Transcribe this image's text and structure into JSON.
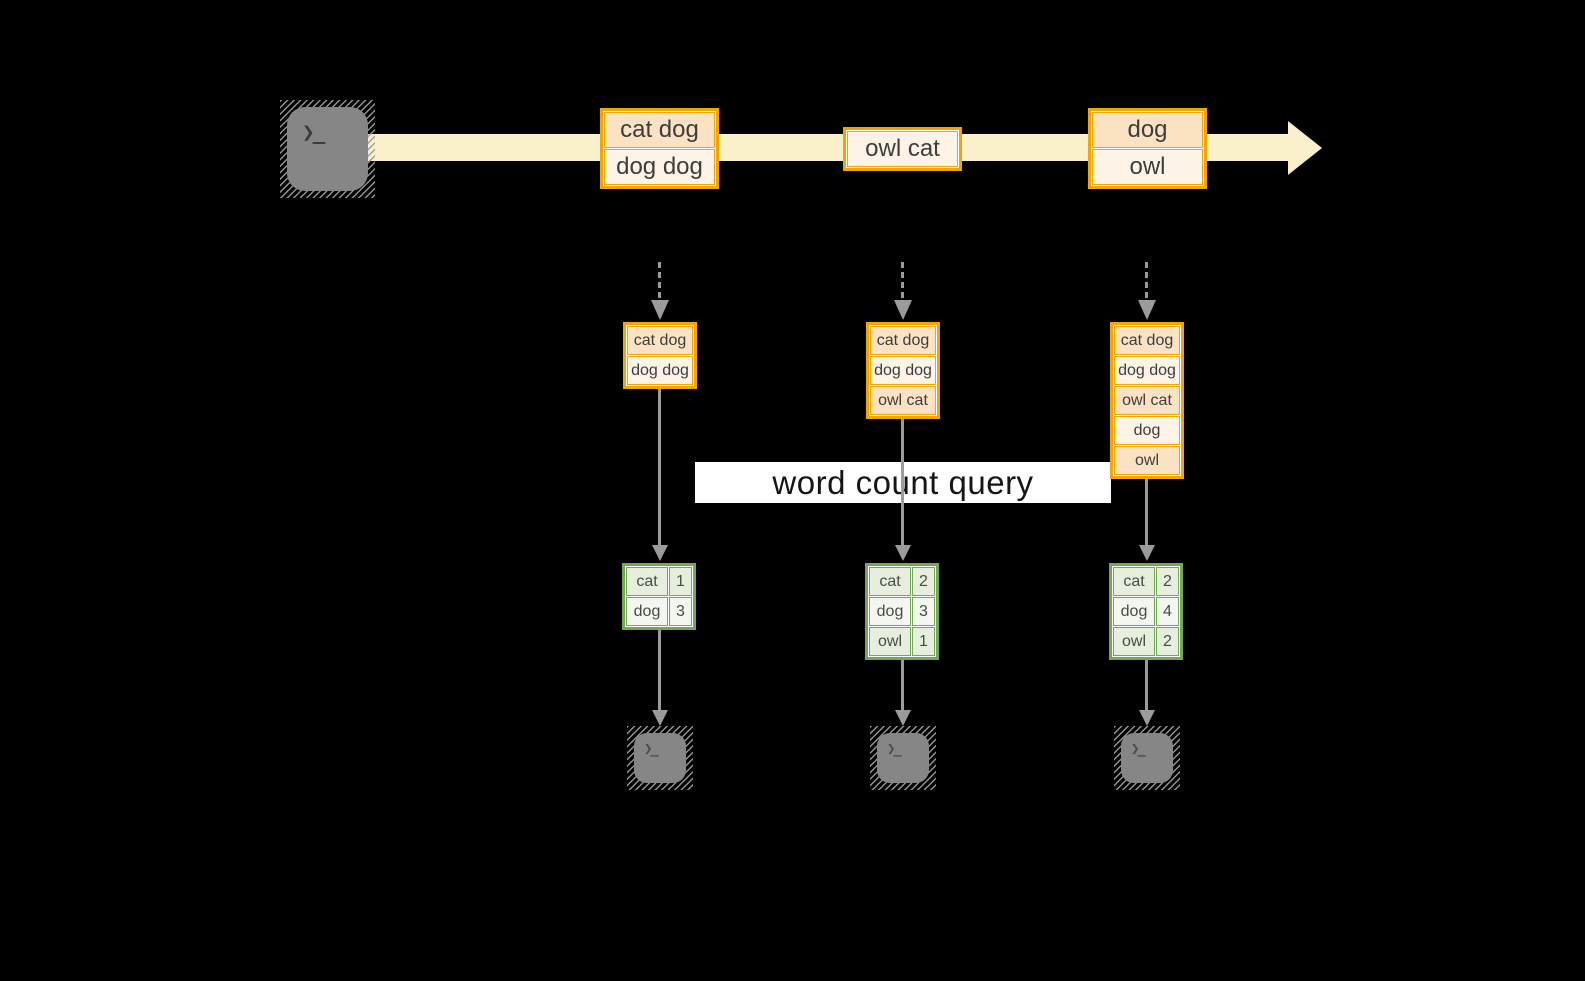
{
  "query_label": "word count query",
  "icons": {
    "source_terminal": "terminal-icon",
    "sink_terminals": [
      "terminal-icon",
      "terminal-icon",
      "terminal-icon"
    ],
    "prompt_glyph": "❯_"
  },
  "colors": {
    "background": "#000000",
    "stream_band": "#fbf0cc",
    "record_border": "#f2a602",
    "record_fill_dark": "#fae2c3",
    "record_fill_light": "#fdf3e7",
    "count_border": "#74a854",
    "count_fill_dark": "#e6eedd",
    "count_fill_light": "#f4f7f0",
    "arrow_gray": "#9b9b9b",
    "terminal_gray": "#868686"
  },
  "stream": {
    "records": [
      {
        "rows": [
          {
            "text": "cat dog"
          },
          {
            "text": "dog dog"
          }
        ]
      },
      {
        "rows": [
          {
            "text": "owl cat"
          }
        ]
      },
      {
        "rows": [
          {
            "text": "dog"
          },
          {
            "text": "owl"
          }
        ]
      }
    ]
  },
  "columns": [
    {
      "buffered_records": [
        "cat dog",
        "dog dog"
      ],
      "counts": [
        {
          "word": "cat",
          "count": 1
        },
        {
          "word": "dog",
          "count": 3
        }
      ]
    },
    {
      "buffered_records": [
        "cat dog",
        "dog dog",
        "owl cat"
      ],
      "counts": [
        {
          "word": "cat",
          "count": 2
        },
        {
          "word": "dog",
          "count": 3
        },
        {
          "word": "owl",
          "count": 1
        }
      ]
    },
    {
      "buffered_records": [
        "cat dog",
        "dog dog",
        "owl cat",
        "dog",
        "owl"
      ],
      "counts": [
        {
          "word": "cat",
          "count": 2
        },
        {
          "word": "dog",
          "count": 4
        },
        {
          "word": "owl",
          "count": 2
        }
      ]
    }
  ]
}
